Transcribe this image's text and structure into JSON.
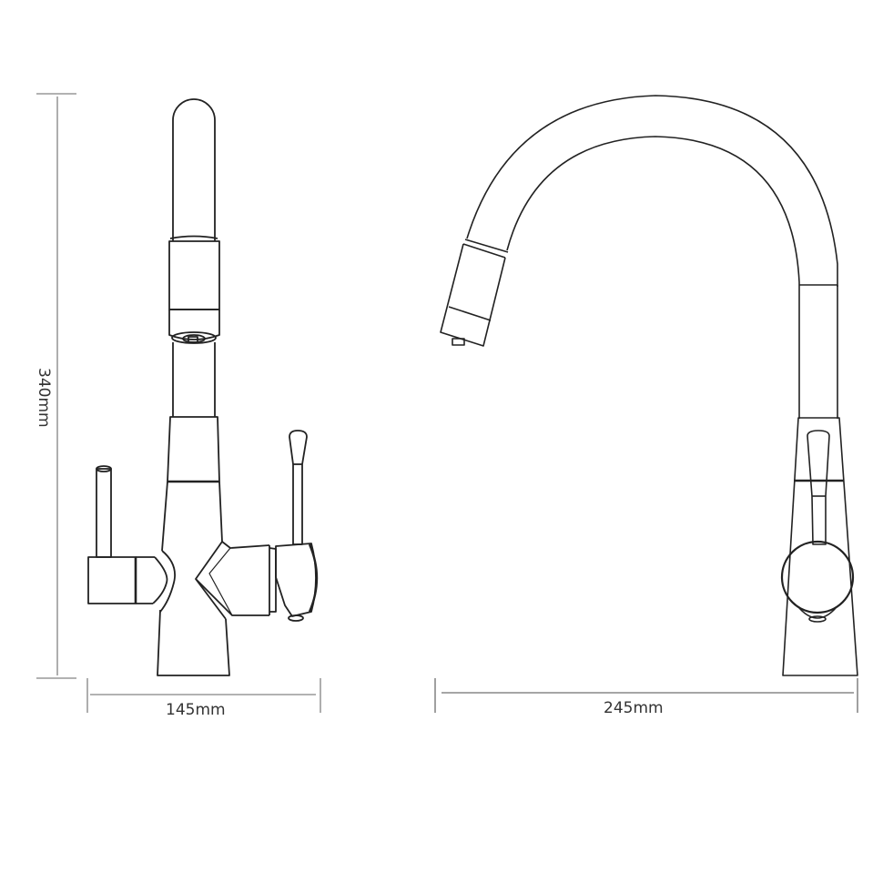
{
  "diagram": {
    "type": "technical-dimension-drawing",
    "subject": "kitchen faucet",
    "views": [
      {
        "name": "front-view",
        "width_label": "145mm",
        "height_label": "340mm"
      },
      {
        "name": "side-view",
        "width_label": "245mm"
      }
    ]
  },
  "dimensions": {
    "height": "340mm",
    "front_width": "145mm",
    "side_width": "245mm"
  },
  "colors": {
    "line": "#222222",
    "dimension_line": "#888888",
    "text": "#333333",
    "background": "#ffffff"
  }
}
